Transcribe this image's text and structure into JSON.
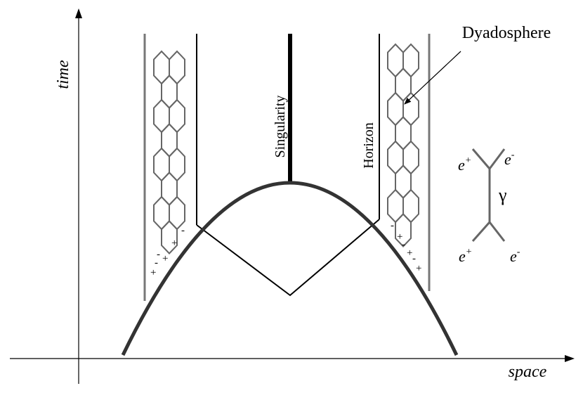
{
  "axes": {
    "x_label": "space",
    "y_label": "time"
  },
  "labels": {
    "dyadosphere": "Dyadosphere",
    "singularity": "Singularity",
    "horizon": "Horizon",
    "gamma": "γ",
    "pair_symbols": {
      "plus": "+",
      "minus": "-"
    }
  },
  "feynman": {
    "e_plus_top": "e",
    "e_plus_top_sup": "+",
    "e_minus_top": "e",
    "e_minus_top_sup": "-",
    "e_plus_bottom": "e",
    "e_plus_bottom_sup": "+",
    "e_minus_bottom": "e",
    "e_minus_bottom_sup": "-"
  },
  "colors": {
    "curve": "#333333",
    "hexagon": "#666666",
    "wall": "#777777",
    "line": "#000000"
  }
}
